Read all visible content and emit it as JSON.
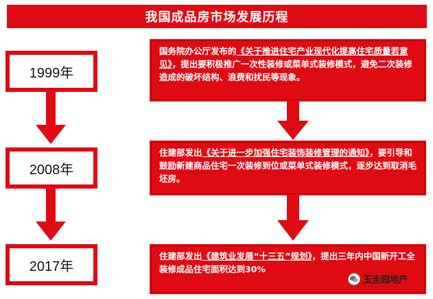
{
  "title": "我国成品房市场发展历程",
  "colors": {
    "accent": "#e00b12",
    "text_on_accent": "#ffffff"
  },
  "milestones": [
    {
      "year": "1999年",
      "pre": "国务院办公厅发布的",
      "doc": "《关于推进住宅产业现代化提高住宅质量若意见》",
      "post": "，提出要积极推广一次性装修或菜单式装修模式，避免二次装修造成的破坏结构、浪费和扰民等现象。"
    },
    {
      "year": "2008年",
      "pre": "住建部发出",
      "doc": "《关于进一步加强住宅装饰装修管理的通知》",
      "post": "，要引导和鼓励新建商品住宅一次装修到位或菜单式装修模式，逐步达到取消毛坯房。"
    },
    {
      "year": "2017年",
      "pre": "住建部发出",
      "doc": "《建筑业发展“十三五”规划》",
      "post": "，提出三年内中国新开工全装修成品住宅面积达到30%"
    }
  ],
  "watermark": {
    "text": "玉圭园地产",
    "icon": "wechat-icon"
  }
}
